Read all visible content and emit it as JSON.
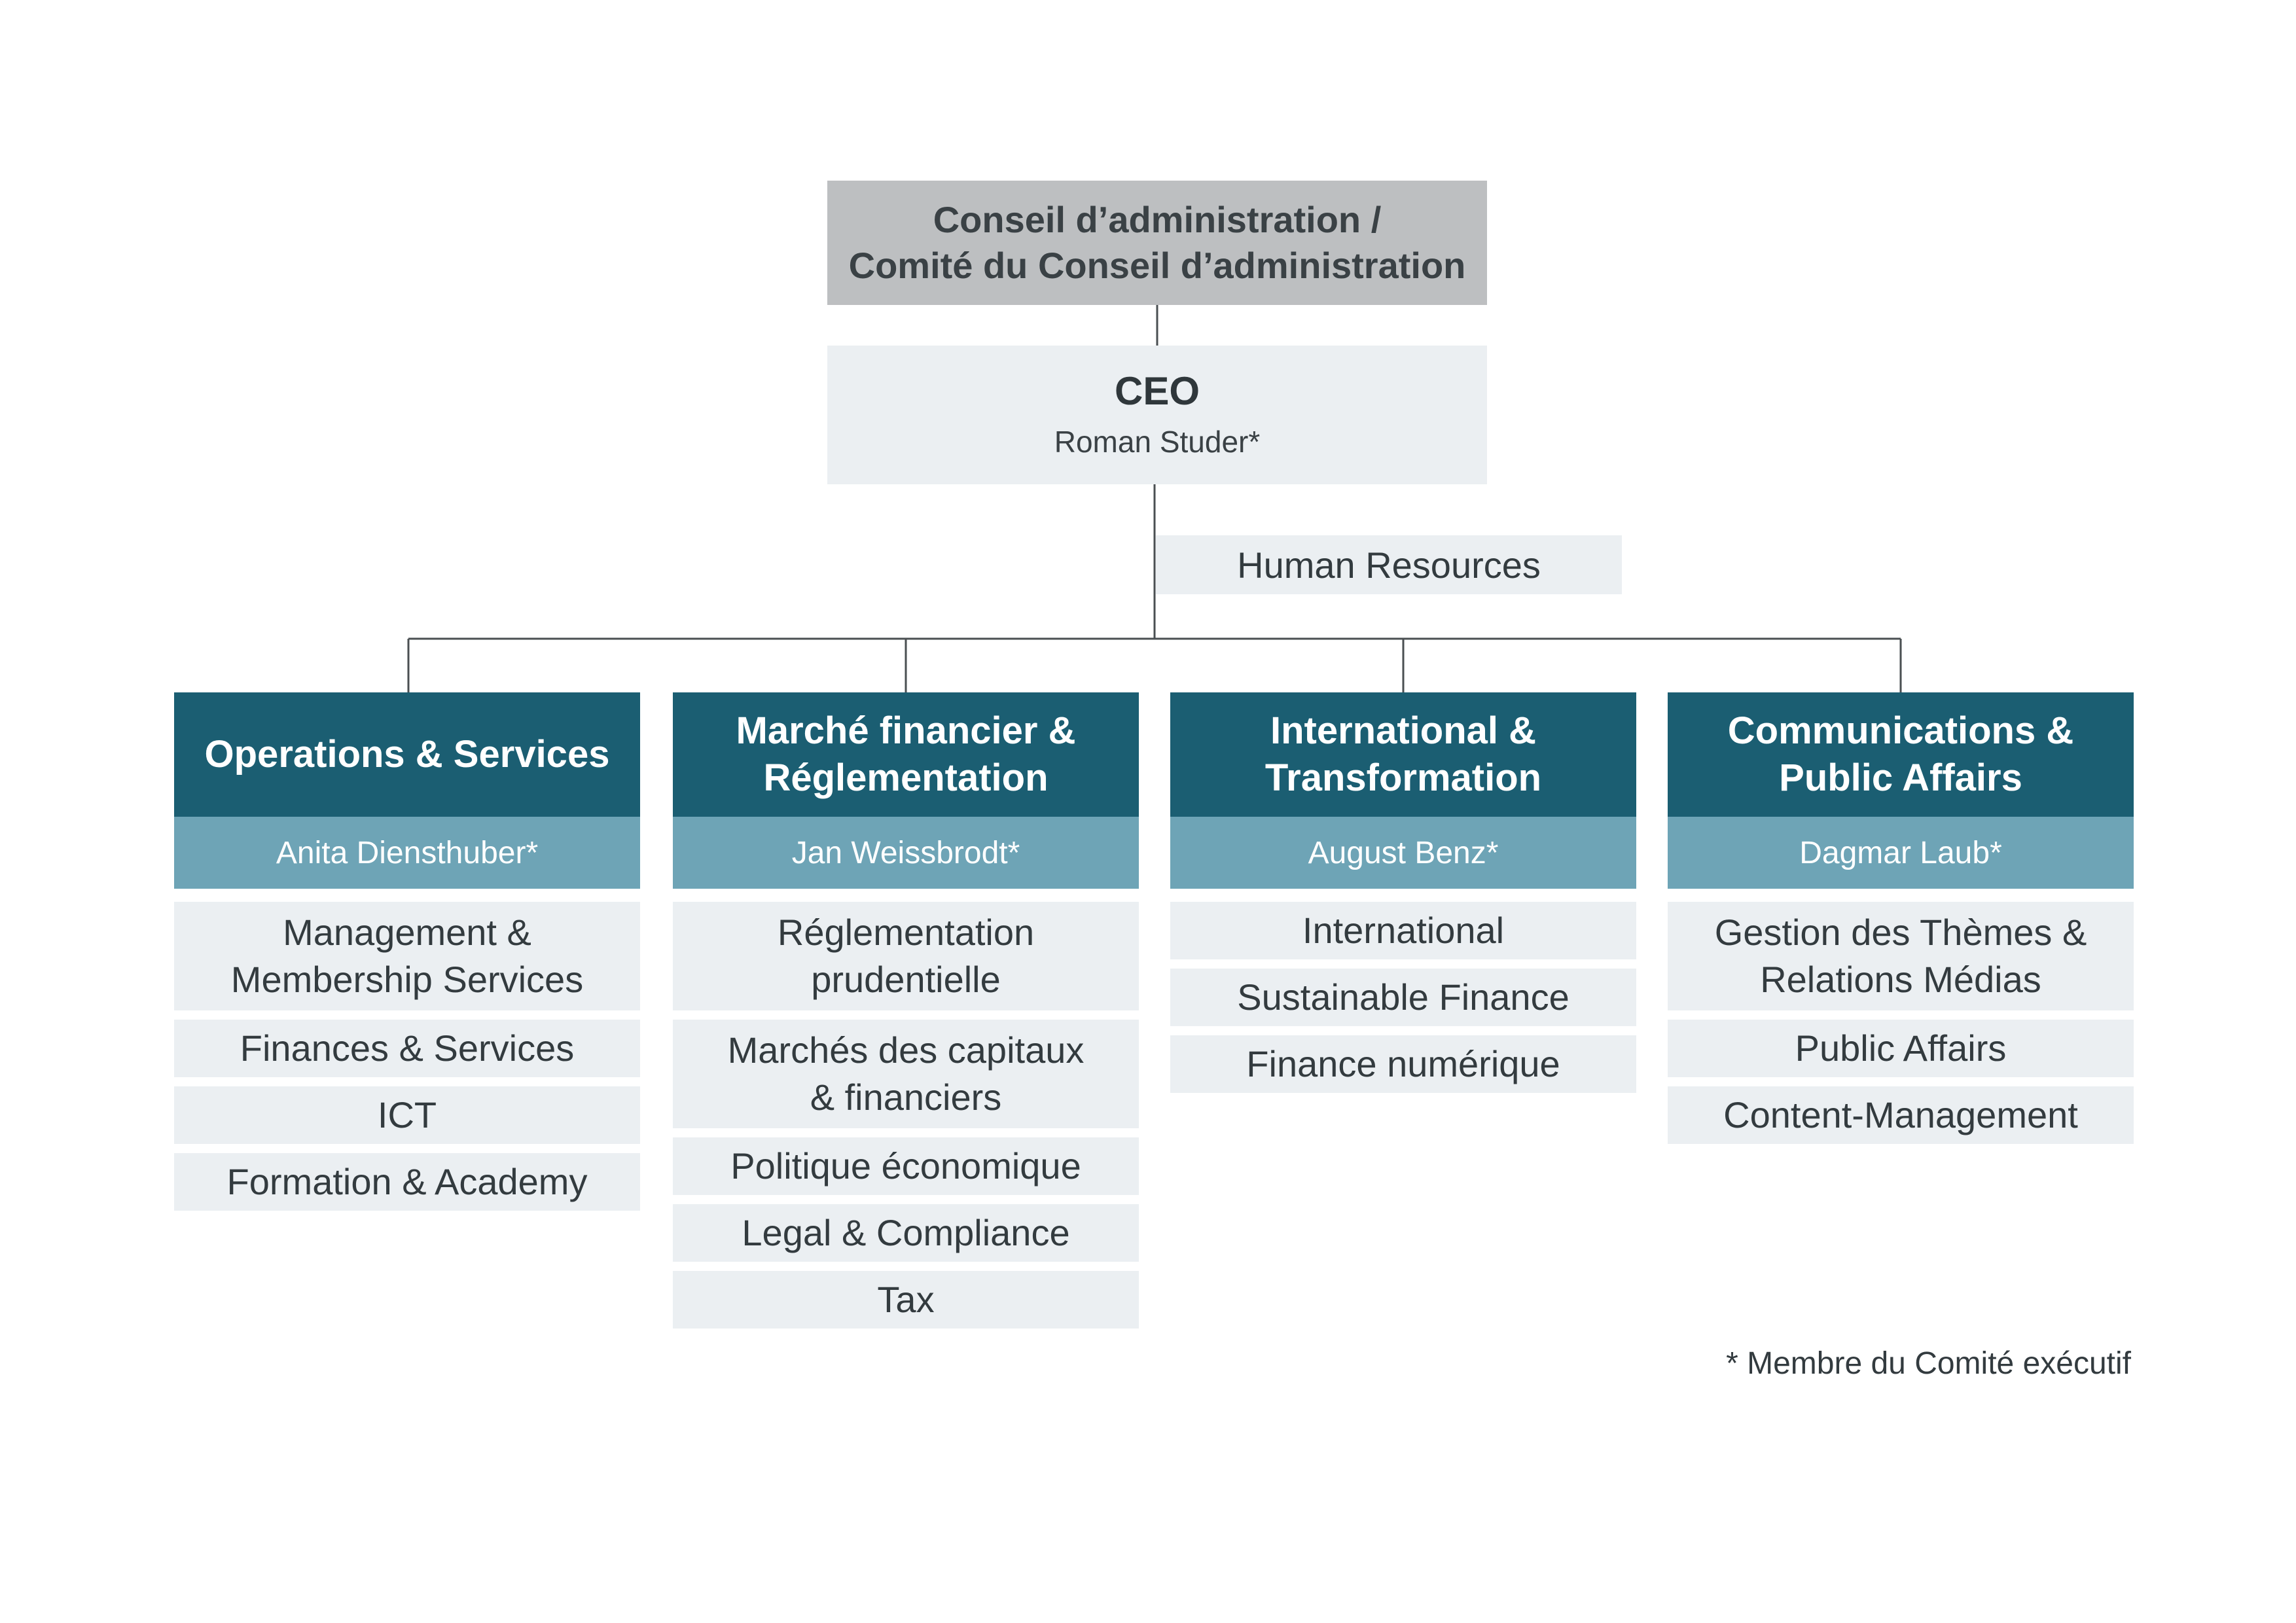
{
  "board": {
    "line1": "Conseil d’administration /",
    "line2": "Comité du Conseil d’administration"
  },
  "ceo": {
    "title": "CEO",
    "name": "Roman Studer*"
  },
  "staff_unit": "Human Resources",
  "divisions": [
    {
      "title": "Operations & Services",
      "head": "Anita Diensthuber*",
      "units": [
        "Management &\nMembership Services",
        "Finances & Services",
        "ICT",
        "Formation & Academy"
      ]
    },
    {
      "title": "Marché financier &\nRéglementation",
      "head": "Jan Weissbrodt*",
      "units": [
        "Réglementation\nprudentielle",
        "Marchés des capitaux\n& financiers",
        "Politique économique",
        "Legal & Compliance",
        "Tax"
      ]
    },
    {
      "title": "International &\nTransformation",
      "head": "August Benz*",
      "units": [
        "International",
        "Sustainable Finance",
        "Finance numérique"
      ]
    },
    {
      "title": "Communications &\nPublic Affairs",
      "head": "Dagmar Laub*",
      "units": [
        "Gestion des Thèmes &\nRelations Médias",
        "Public Affairs",
        "Content-Management"
      ]
    }
  ],
  "footnote": "* Membre du Comité exécutif",
  "colors": {
    "board_fill": "#bdbfc1",
    "light_fill": "#ebeff2",
    "division_header": "#1b5e72",
    "division_head_band": "#6ea4b6",
    "connector": "#4a4f52"
  }
}
